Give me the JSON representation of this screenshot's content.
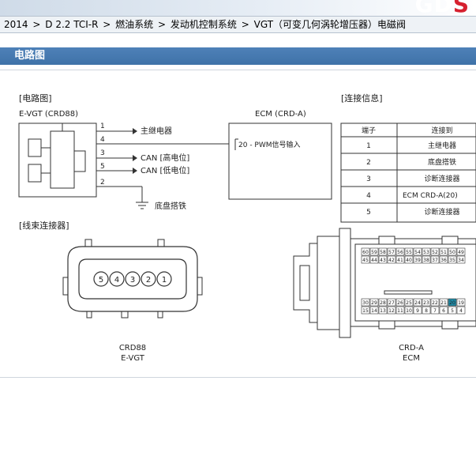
{
  "header": {
    "logo_text": "GDS",
    "breadcrumb": [
      "2014",
      "D 2.2 TCI-R",
      "燃油系统",
      "发动机控制系统",
      "VGT（可变几何涡轮增压器）电磁阀"
    ],
    "separator": ">"
  },
  "section": {
    "title": "电路图"
  },
  "diagram": {
    "circuit_heading": "[电路图]",
    "component_label": "E-VGT (CRD88)",
    "ecm_label": "ECM (CRD-A)",
    "ecm_pin_label": "20 - PWM信号输入",
    "pins": [
      {
        "num": "1",
        "target": "主继电器"
      },
      {
        "num": "4",
        "target": ""
      },
      {
        "num": "3",
        "target": "CAN [高电位]"
      },
      {
        "num": "5",
        "target": "CAN [低电位]"
      },
      {
        "num": "2",
        "target": ""
      }
    ],
    "ground_label": "底盘搭铁",
    "connection_heading": "[连接信息]",
    "table": {
      "headers": [
        "端子",
        "连接到"
      ],
      "rows": [
        [
          "1",
          "主继电器"
        ],
        [
          "2",
          "底盘搭铁"
        ],
        [
          "3",
          "诊断连接器"
        ],
        [
          "4",
          "ECM CRD-A(20)"
        ],
        [
          "5",
          "诊断连接器"
        ]
      ]
    },
    "harness_heading": "[线束连接器]",
    "connector_left": {
      "code": "CRD88",
      "name": "E-VGT",
      "pins": [
        "5",
        "4",
        "3",
        "2",
        "1"
      ]
    },
    "connector_right": {
      "code": "CRD-A",
      "name": "ECM",
      "row1": [
        "60",
        "59",
        "58",
        "57",
        "56",
        "55",
        "54",
        "53",
        "52",
        "51",
        "50",
        "49"
      ],
      "row2": [
        "45",
        "44",
        "43",
        "42",
        "41",
        "40",
        "39",
        "38",
        "37",
        "36",
        "35",
        "34"
      ],
      "row3": [
        "30",
        "29",
        "28",
        "27",
        "26",
        "25",
        "24",
        "23",
        "22",
        "21",
        "20",
        "19"
      ],
      "row4": [
        "15",
        "14",
        "13",
        "12",
        "11",
        "10",
        "9",
        "8",
        "7",
        "6",
        "5",
        "4"
      ],
      "highlight_pin": "20",
      "highlight_color": "#1e8aa6"
    }
  },
  "colors": {
    "section_header_bg": "#4377ad",
    "logo_accent": "#d6202f"
  }
}
